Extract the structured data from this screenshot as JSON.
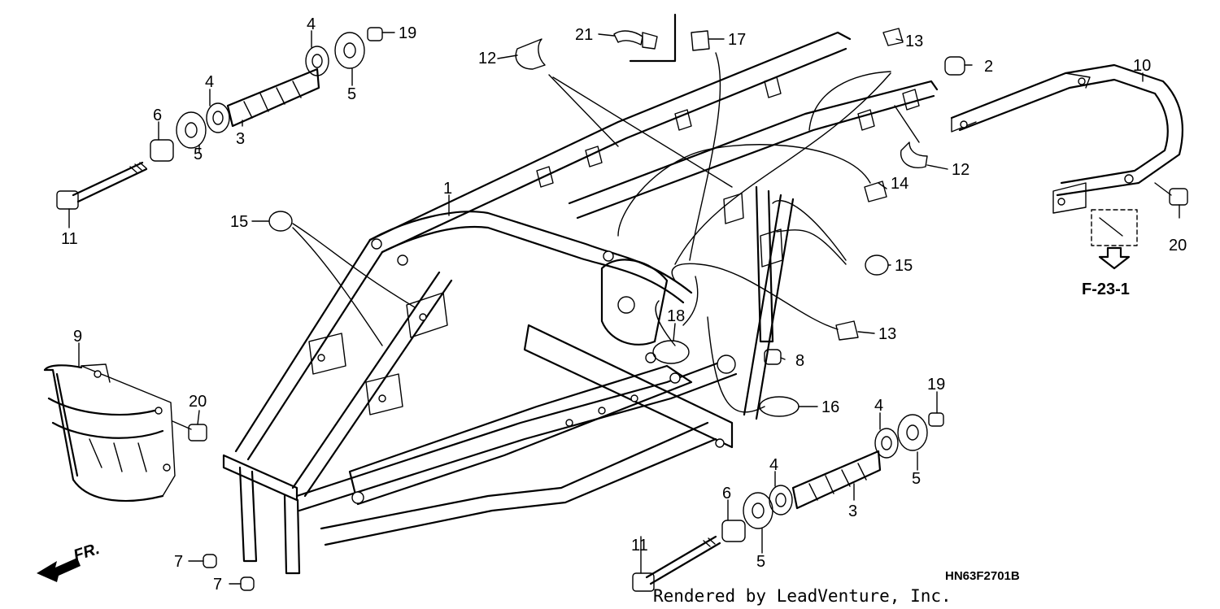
{
  "callouts": [
    {
      "id": "c1",
      "label": "1"
    },
    {
      "id": "c2",
      "label": "2"
    },
    {
      "id": "c3a",
      "label": "3"
    },
    {
      "id": "c3b",
      "label": "3"
    },
    {
      "id": "c4a",
      "label": "4"
    },
    {
      "id": "c4b",
      "label": "4"
    },
    {
      "id": "c4c",
      "label": "4"
    },
    {
      "id": "c4d",
      "label": "4"
    },
    {
      "id": "c5a",
      "label": "5"
    },
    {
      "id": "c5b",
      "label": "5"
    },
    {
      "id": "c5c",
      "label": "5"
    },
    {
      "id": "c5d",
      "label": "5"
    },
    {
      "id": "c6a",
      "label": "6"
    },
    {
      "id": "c6b",
      "label": "6"
    },
    {
      "id": "c7a",
      "label": "7"
    },
    {
      "id": "c7b",
      "label": "7"
    },
    {
      "id": "c8",
      "label": "8"
    },
    {
      "id": "c9",
      "label": "9"
    },
    {
      "id": "c10",
      "label": "10"
    },
    {
      "id": "c11a",
      "label": "11"
    },
    {
      "id": "c11b",
      "label": "11"
    },
    {
      "id": "c12a",
      "label": "12"
    },
    {
      "id": "c12b",
      "label": "12"
    },
    {
      "id": "c13a",
      "label": "13"
    },
    {
      "id": "c13b",
      "label": "13"
    },
    {
      "id": "c14",
      "label": "14"
    },
    {
      "id": "c15a",
      "label": "15"
    },
    {
      "id": "c15b",
      "label": "15"
    },
    {
      "id": "c16",
      "label": "16"
    },
    {
      "id": "c17",
      "label": "17"
    },
    {
      "id": "c18",
      "label": "18"
    },
    {
      "id": "c19a",
      "label": "19"
    },
    {
      "id": "c19b",
      "label": "19"
    },
    {
      "id": "c20a",
      "label": "20"
    },
    {
      "id": "c20b",
      "label": "20"
    },
    {
      "id": "c21",
      "label": "21"
    }
  ],
  "reference_label": "F-23-1",
  "front_direction_label": "FR.",
  "diagram_code": "HN63F2701B",
  "credit": "Rendered by LeadVenture, Inc."
}
